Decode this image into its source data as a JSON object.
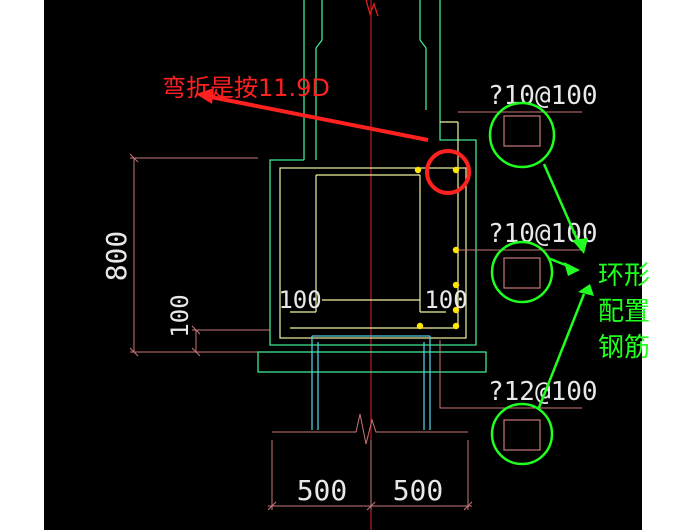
{
  "colors": {
    "canvas_bg": "#000000",
    "page_bg": "#ffffff",
    "dimension": "#c87878",
    "concrete_outline": "#3ee890",
    "rebar": "#f2f2a0",
    "axis": "#e02020",
    "teal": "#3aa58c",
    "cyan": "#50c8d8",
    "rebar_dot": "#ffe600",
    "annotation_red": "#ff2020",
    "annotation_green": "#20ff20",
    "label_text": "#e8e8e8"
  },
  "dimensions": {
    "height_total": "800",
    "height_bottom": "100",
    "bend_left": "100",
    "bend_right": "100",
    "width_left": "500",
    "width_right": "500"
  },
  "rebar_labels": {
    "top": "?10@100",
    "middle": "?10@100",
    "bottom": "?12@100"
  },
  "annotations": {
    "bend_note": "弯折是按11.9D",
    "ring_note_line1": "环形",
    "ring_note_line2": "配置",
    "ring_note_line3": "钢筋"
  }
}
